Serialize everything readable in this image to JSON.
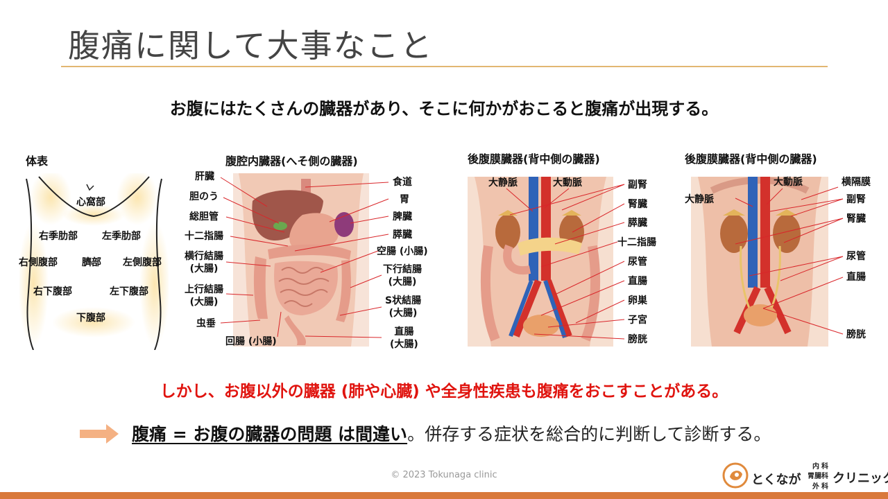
{
  "slide": {
    "title": "腹痛に関して大事なこと",
    "lead": "お腹にはたくさんの臓器があり、そこに何かがおこると腹痛が出現する。",
    "warning": "しかし、お腹以外の臓器 (肺や心臓) や全身性疾患も腹痛をおこすことがある。",
    "conclusion_emphasis": "腹痛 = お腹の臓器の問題 は間違い",
    "conclusion_rest": "。併存する症状を総合的に判断して診断する。",
    "copyright": "© 2023 Tokunaga clinic"
  },
  "panels": {
    "surface": {
      "heading": "体表",
      "regions": {
        "epigastric": "心窩部",
        "right_hypochondriac": "右季肋部",
        "left_hypochondriac": "左季肋部",
        "right_lateral": "右側腹部",
        "umbilical": "臍部",
        "left_lateral": "左側腹部",
        "right_lower": "右下腹部",
        "left_lower": "左下腹部",
        "hypogastric": "下腹部"
      }
    },
    "intraperitoneal": {
      "heading": "腹腔内臓器(へそ側の臓器)",
      "labels": {
        "liver": "肝臓",
        "gallbladder": "胆のう",
        "bile_duct": "総胆管",
        "duodenum": "十二指腸",
        "transverse_colon": "横行結腸\n(大腸)",
        "ascending_colon": "上行結腸\n(大腸)",
        "appendix": "虫垂",
        "ileum": "回腸 (小腸)",
        "esophagus": "食道",
        "stomach": "胃",
        "spleen": "脾臓",
        "pancreas": "膵臓",
        "jejunum": "空腸 (小腸)",
        "descending_colon": "下行結腸\n(大腸)",
        "sigmoid_colon": "S状結腸\n(大腸)",
        "rectum": "直腸\n(大腸)"
      }
    },
    "retroperitoneal_1": {
      "heading": "後腹膜臓器(背中側の臓器)",
      "labels": {
        "ivc": "大静脈",
        "aorta": "大動脈",
        "adrenal": "副腎",
        "kidney": "腎臓",
        "pancreas": "膵臓",
        "duodenum": "十二指腸",
        "ureter": "尿管",
        "rectum": "直腸",
        "ovary": "卵巣",
        "uterus": "子宮",
        "bladder": "膀胱"
      }
    },
    "retroperitoneal_2": {
      "heading": "後腹膜臓器(背中側の臓器)",
      "labels": {
        "aorta": "大動脈",
        "diaphragm": "横隔膜",
        "ivc": "大静脈",
        "adrenal": "副腎",
        "kidney": "腎臓",
        "ureter": "尿管",
        "rectum": "直腸",
        "bladder": "膀胱"
      }
    }
  },
  "logo": {
    "name": "とくなが",
    "dept_top": "内科",
    "dept_mid": "胃腸科",
    "dept_bottom": "外科",
    "suffix": "クリニック"
  },
  "colors": {
    "title_rule": "#e2b672",
    "warning": "#e0140f",
    "arrow": "#f4b183",
    "bottom_bar": "#d9793b",
    "leader_line": "#d9262a"
  }
}
